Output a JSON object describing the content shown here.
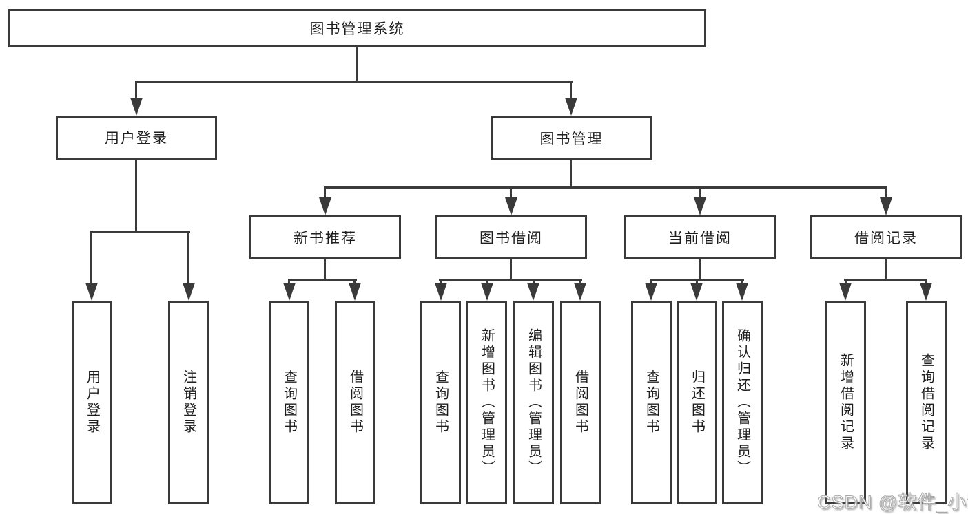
{
  "tree": {
    "root": {
      "label": "图书管理系统"
    },
    "branches": [
      {
        "label": "用户登录",
        "children": [
          {
            "label": "用户登录"
          },
          {
            "label": "注销登录"
          }
        ]
      },
      {
        "label": "图书管理",
        "children": [
          {
            "label": "新书推荐",
            "children": [
              {
                "label": "查询图书"
              },
              {
                "label": "借阅图书"
              }
            ]
          },
          {
            "label": "图书借阅",
            "children": [
              {
                "label": "查询图书"
              },
              {
                "label": "新增图书（管理员）"
              },
              {
                "label": "编辑图书（管理员）"
              },
              {
                "label": "借阅图书"
              }
            ]
          },
          {
            "label": "当前借阅",
            "children": [
              {
                "label": "查询图书"
              },
              {
                "label": "归还图书"
              },
              {
                "label": "确认归还（管理员）"
              }
            ]
          },
          {
            "label": "借阅记录",
            "children": [
              {
                "label": "新增借阅记录"
              },
              {
                "label": "查询借阅记录"
              }
            ]
          }
        ]
      }
    ]
  },
  "watermark": {
    "text": "CSDN @软件_小贺同学"
  },
  "colors": {
    "line": "#3a3a3a",
    "box_border": "#3a3a3a",
    "text": "#1e1e1e",
    "background": "#ffffff",
    "watermark_fill": "#ffffff",
    "watermark_outline": "#a8a8a8"
  }
}
